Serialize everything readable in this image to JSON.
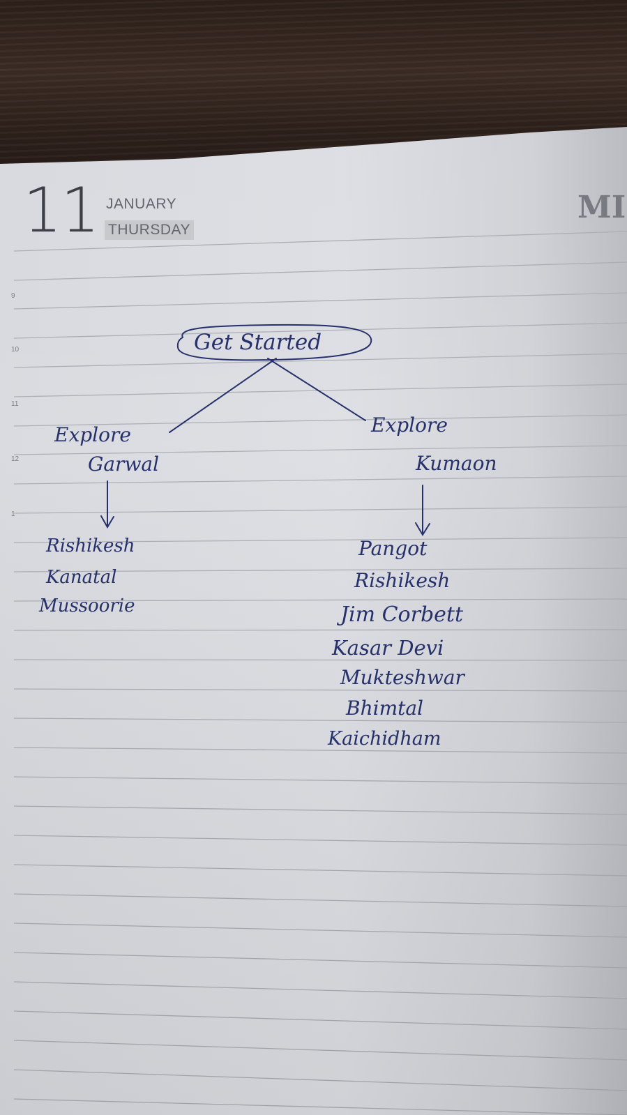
{
  "diary": {
    "day_number": "11",
    "month": "JANUARY",
    "weekday": "THURSDAY",
    "hour_labels": [
      "9",
      "10",
      "11",
      "12",
      "1"
    ],
    "next_page_fragment": "MI"
  },
  "diagram": {
    "root": "Get Started",
    "branches": [
      {
        "title": "Explore Garwal",
        "title_lines": [
          "Explore",
          "Garwal"
        ],
        "places": [
          "Rishikesh",
          "Kanatal",
          "Mussoorie"
        ]
      },
      {
        "title": "Explore Kumaon",
        "title_lines": [
          "Explore",
          "Kumaon"
        ],
        "places": [
          "Pangot",
          "Rishikesh",
          "Jim Corbett",
          "Kasar Devi",
          "Mukteshwar",
          "Bhimtal",
          "Kaichidham"
        ]
      }
    ]
  },
  "colors": {
    "ink": "#26306b",
    "paper": "#dcdee3",
    "rule_line": "#a9acb2",
    "print_text": "#63666c",
    "table": "#2d201a"
  }
}
